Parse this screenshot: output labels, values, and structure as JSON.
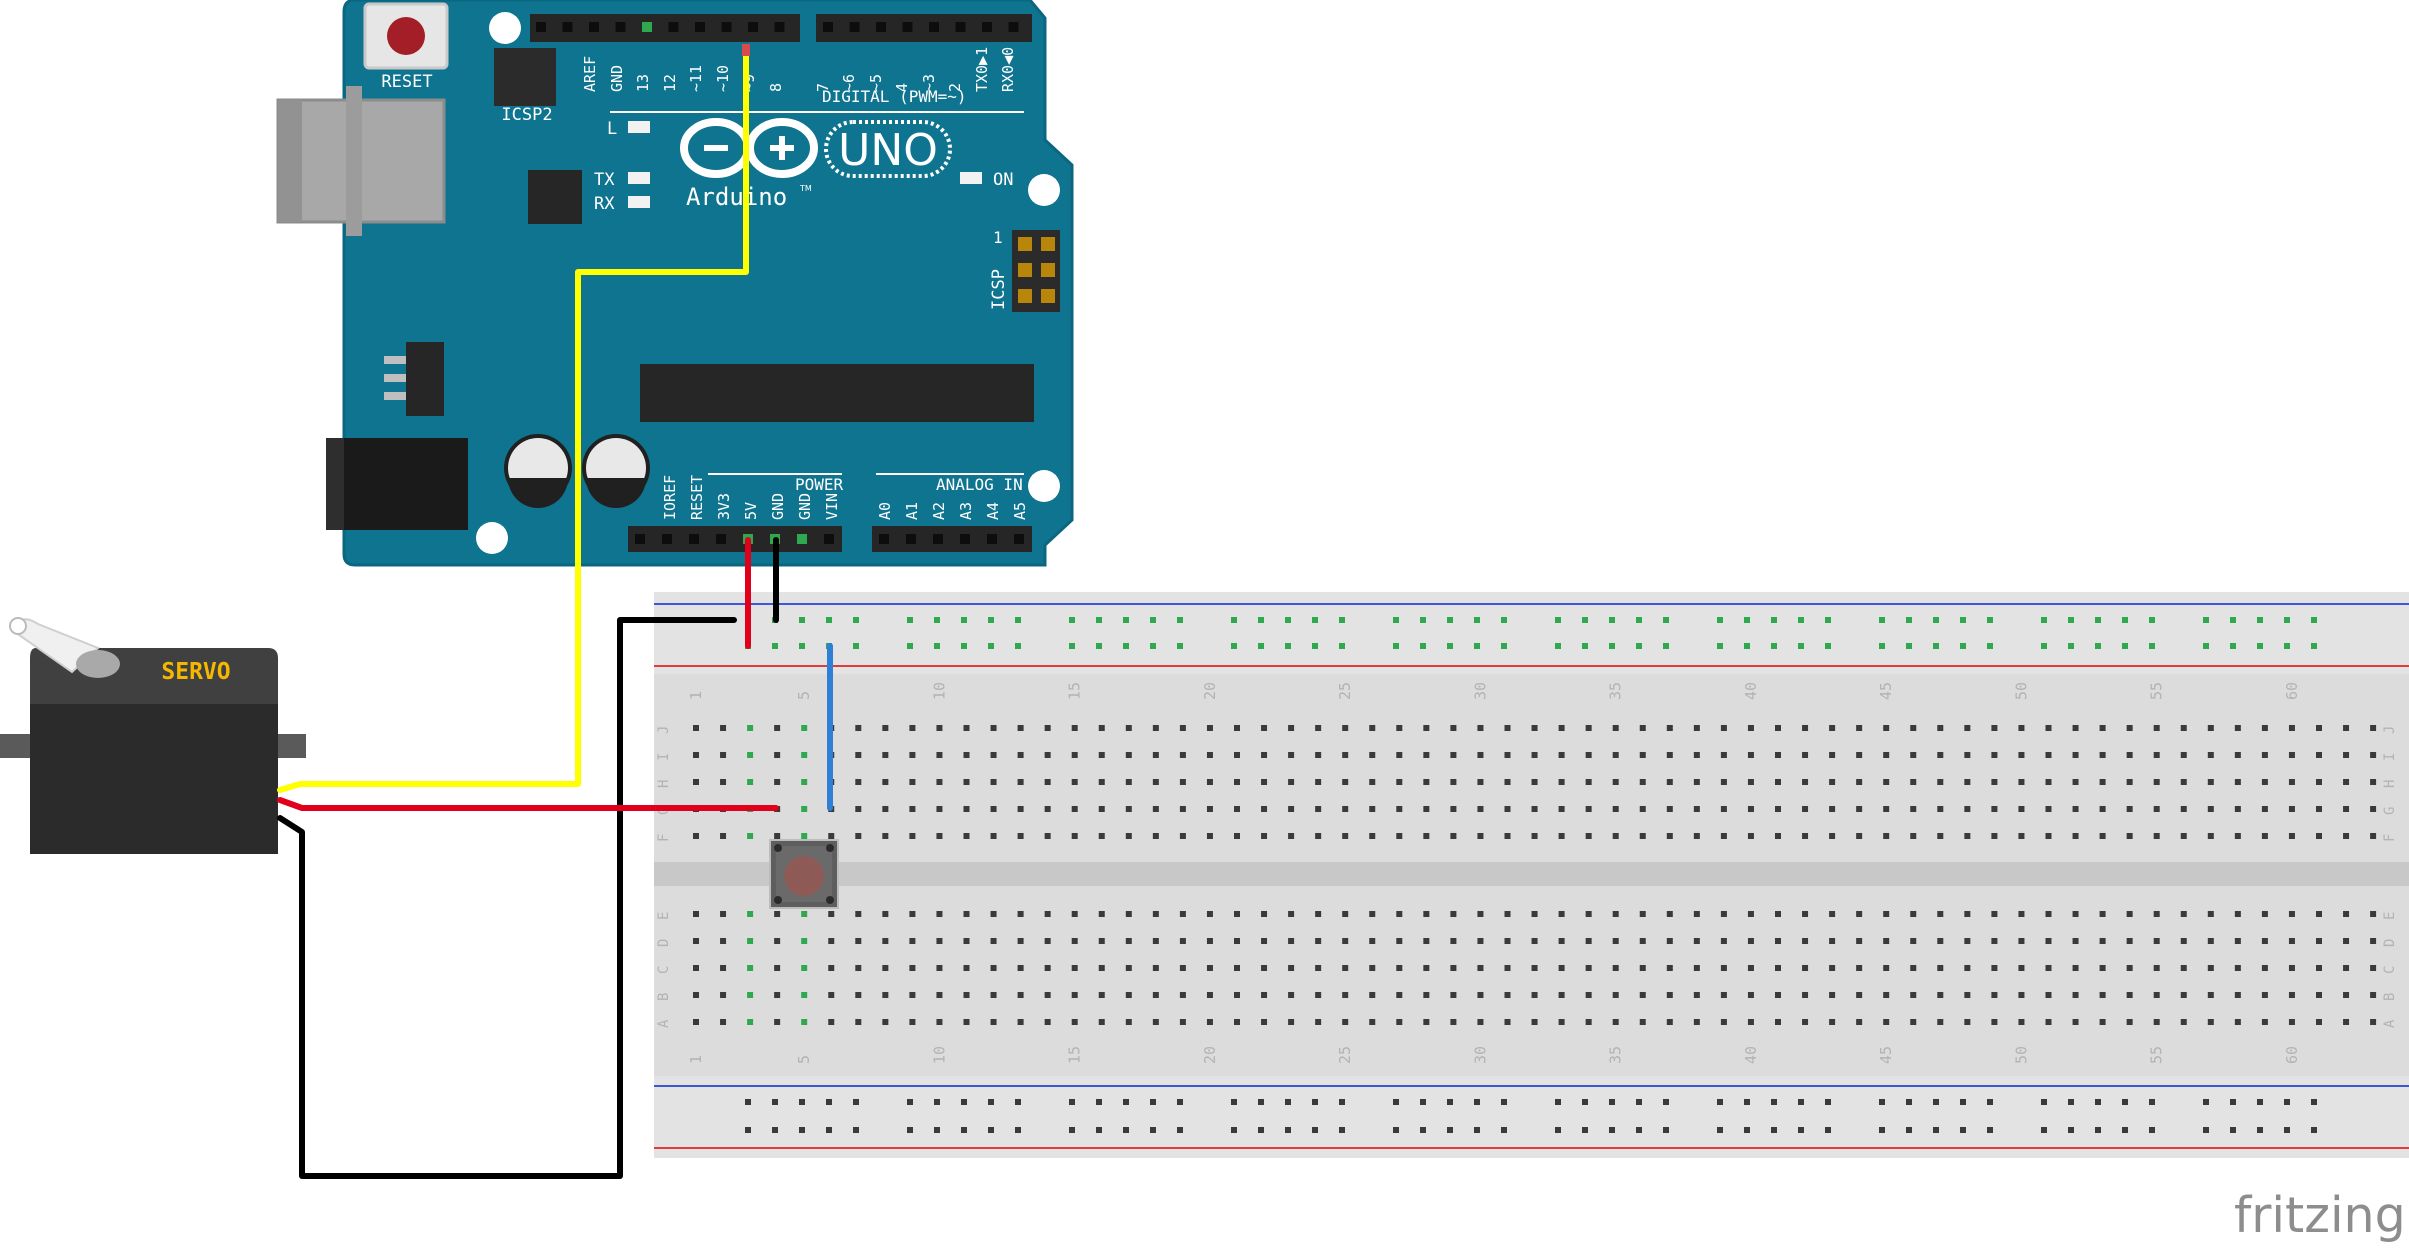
{
  "arduino": {
    "reset_label": "RESET",
    "icsp2_label": "ICSP2",
    "icsp_label": "ICSP",
    "icsp_pin1": "1",
    "digital_pins": [
      "AREF",
      "GND",
      "13",
      "12",
      "~11",
      "~10",
      "~9",
      "8",
      "7",
      "~6",
      "~5",
      "4",
      "~3",
      "2",
      "TX0▶1",
      "RX0◀0"
    ],
    "digital_label": "DIGITAL (PWM=~)",
    "led_l": "L",
    "led_tx": "TX",
    "led_rx": "RX",
    "led_on": "ON",
    "uno_label": "UNO",
    "brand": "Arduino",
    "tm": "TM",
    "power_pins": [
      "IOREF",
      "RESET",
      "3V3",
      "5V",
      "GND",
      "GND",
      "VIN"
    ],
    "power_label": "POWER",
    "analog_pins": [
      "A0",
      "A1",
      "A2",
      "A3",
      "A4",
      "A5"
    ],
    "analog_label": "ANALOG IN"
  },
  "servo": {
    "label": "SERVO"
  },
  "breadboard": {
    "column_numbers": [
      "1",
      "5",
      "10",
      "15",
      "20",
      "25",
      "30",
      "35",
      "40",
      "45",
      "50",
      "55",
      "60"
    ],
    "top_rows": [
      "J",
      "I",
      "H",
      "G",
      "F"
    ],
    "bottom_rows": [
      "E",
      "D",
      "C",
      "B",
      "A"
    ]
  },
  "watermark": "fritzing",
  "colors": {
    "board": "#0e7490",
    "board_dark": "#0a5c73",
    "wire_signal": "#ffff00",
    "wire_power": "#e0001b",
    "wire_ground": "#000000",
    "wire_button": "#2e7fd6",
    "breadboard": "#dcdcdc",
    "rail_red": "#e23b3b",
    "rail_blue": "#3b57d6"
  }
}
